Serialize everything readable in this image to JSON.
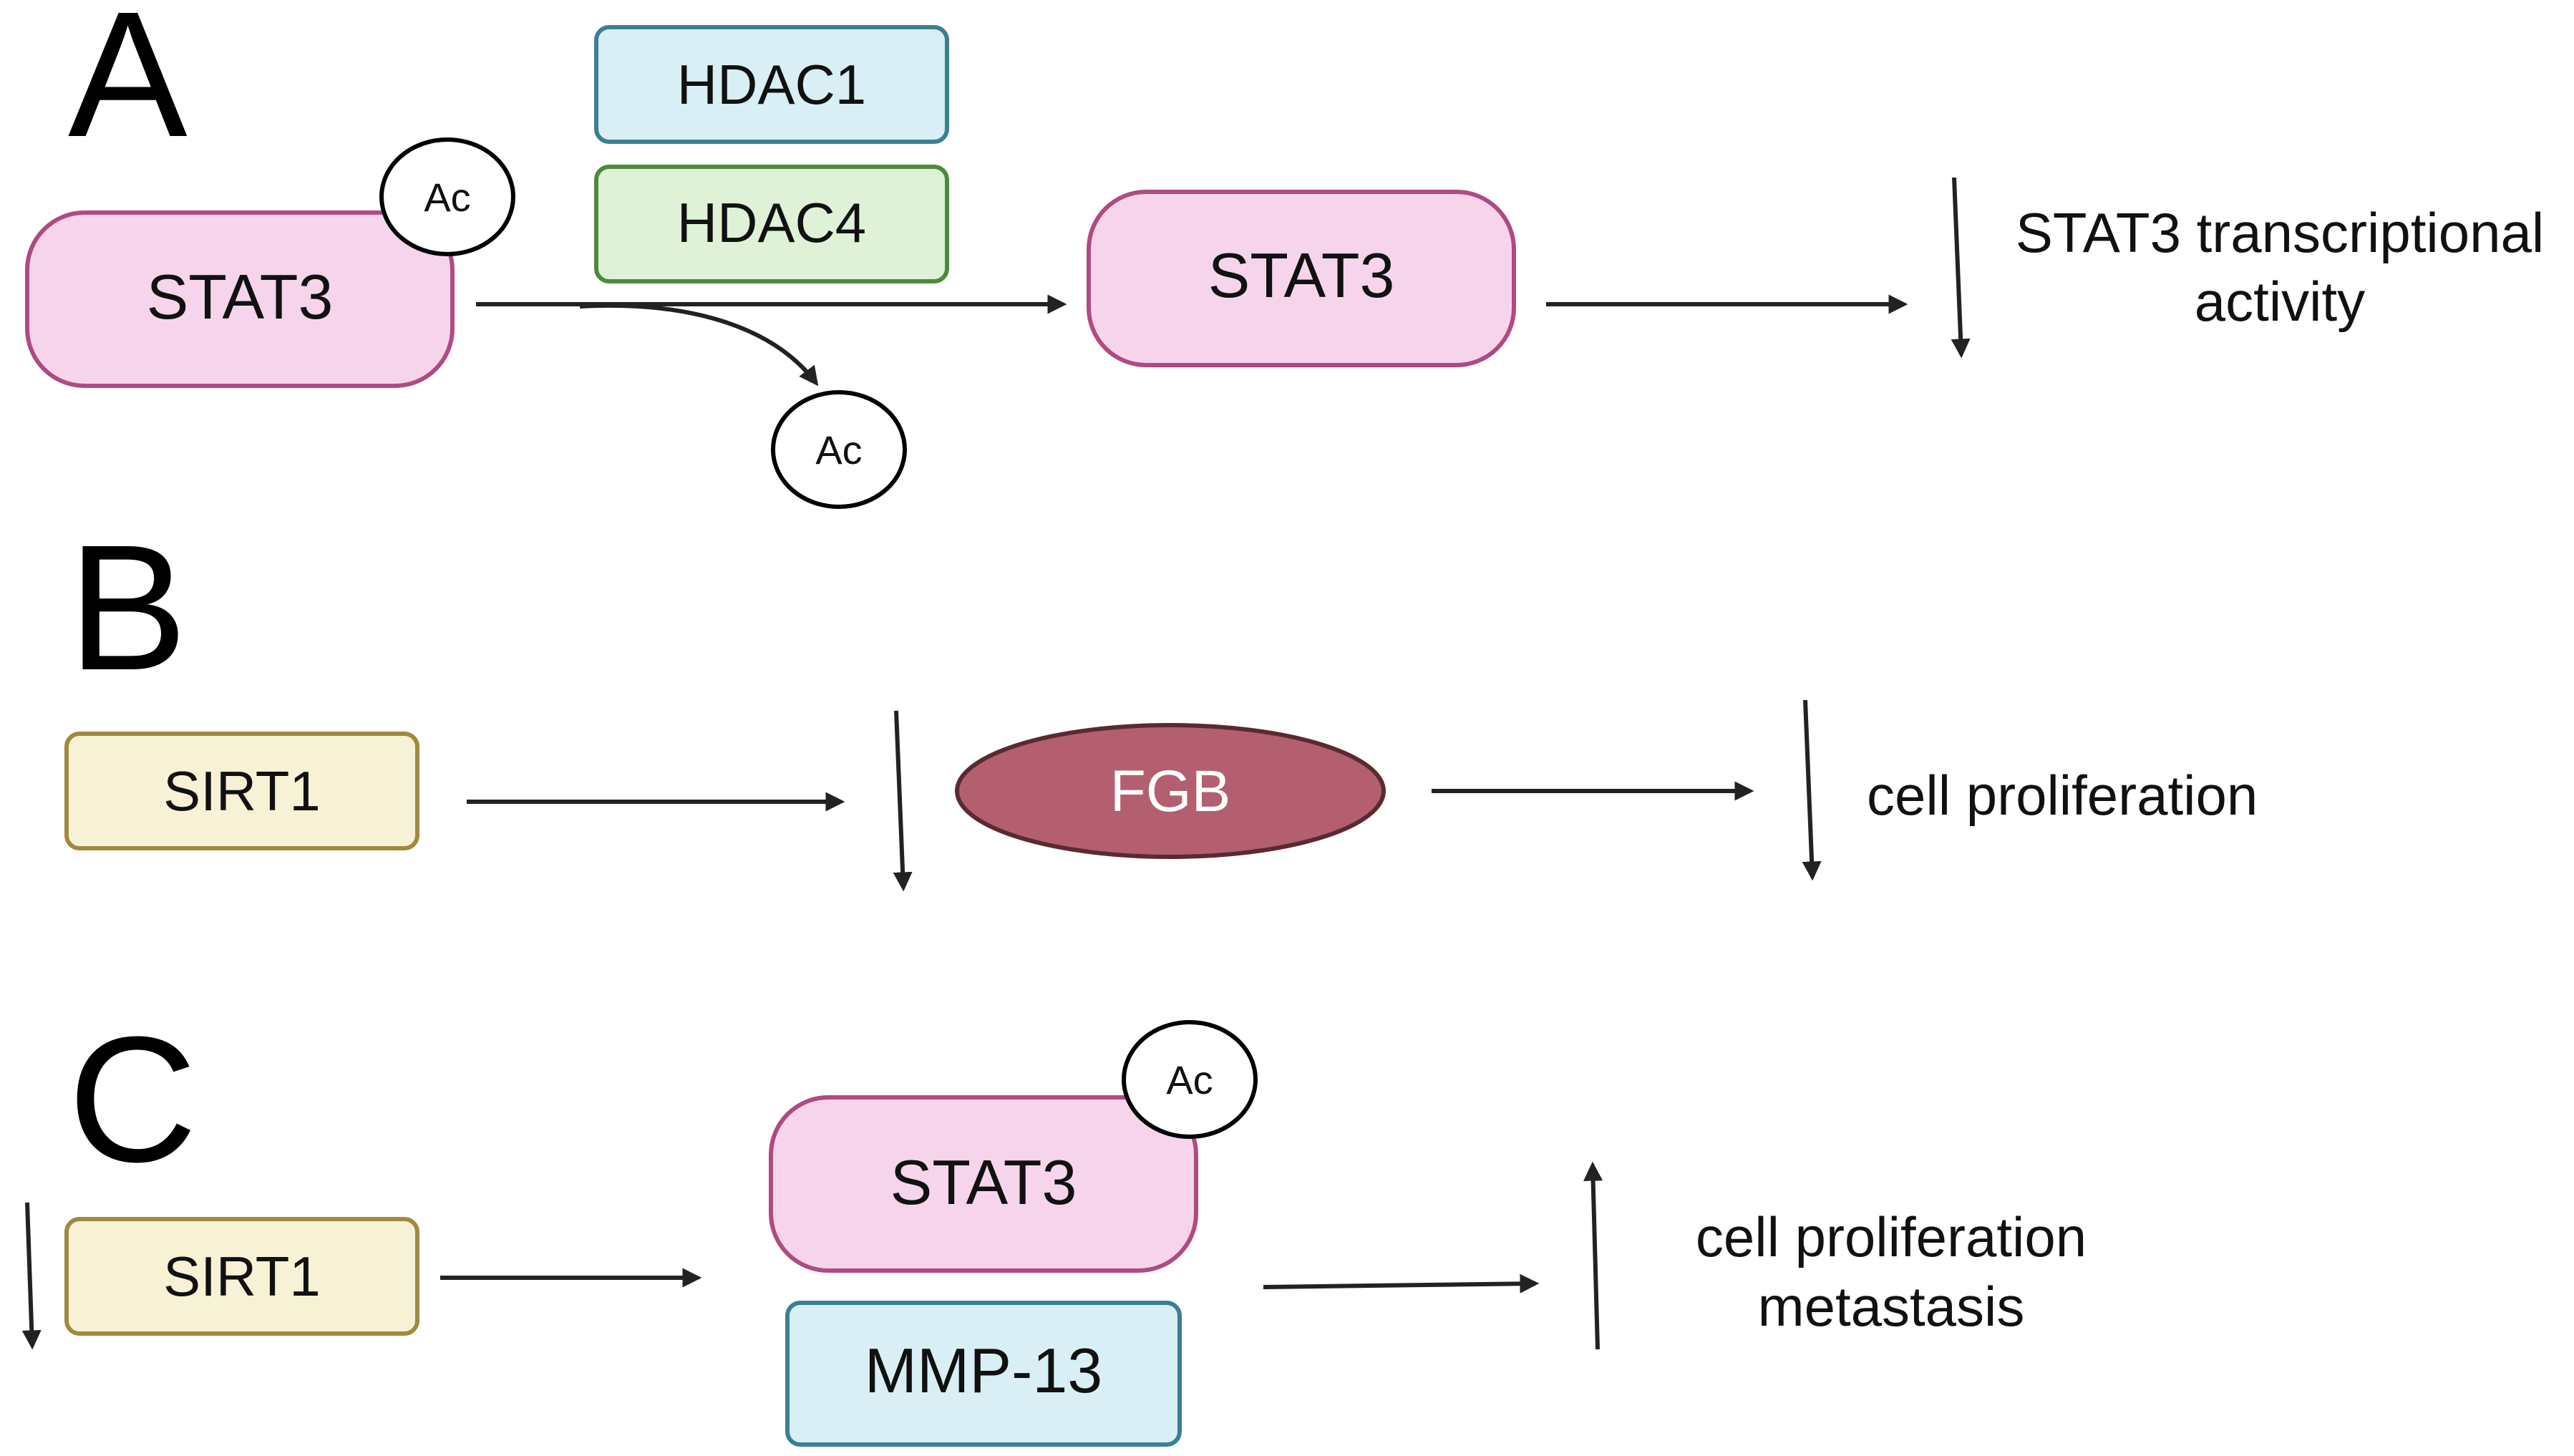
{
  "panels": {
    "a": {
      "letter": "A",
      "stat3_acetylated": "STAT3",
      "acetyl_tag": "Ac",
      "hdac1": "HDAC1",
      "hdac4": "HDAC4",
      "released_acetyl": "Ac",
      "stat3_deacetylated": "STAT3",
      "outcome_line1": "STAT3 transcriptional",
      "outcome_line2": "activity"
    },
    "b": {
      "letter": "B",
      "sirt1": "SIRT1",
      "fgb": "FGB",
      "outcome": "cell proliferation"
    },
    "c": {
      "letter": "C",
      "sirt1": "SIRT1",
      "stat3": "STAT3",
      "acetyl_tag": "Ac",
      "mmp13": "MMP-13",
      "outcome_line1": "cell proliferation",
      "outcome_line2": "metastasis"
    }
  },
  "colors": {
    "stat3_fill": "#f6d5ec",
    "stat3_stroke": "#b04a82",
    "hdac1_fill": "#d9eff5",
    "hdac1_stroke": "#3a8095",
    "hdac4_fill": "#dff2d8",
    "hdac4_stroke": "#4d8a3c",
    "sirt1_fill": "#f7f2d6",
    "sirt1_stroke": "#a08a3e",
    "fgb_fill": "#b35f6f",
    "fgb_stroke": "#5a2a33",
    "mmp13_fill": "#d9eff5",
    "mmp13_stroke": "#3a8095",
    "arrow": "#222222"
  }
}
